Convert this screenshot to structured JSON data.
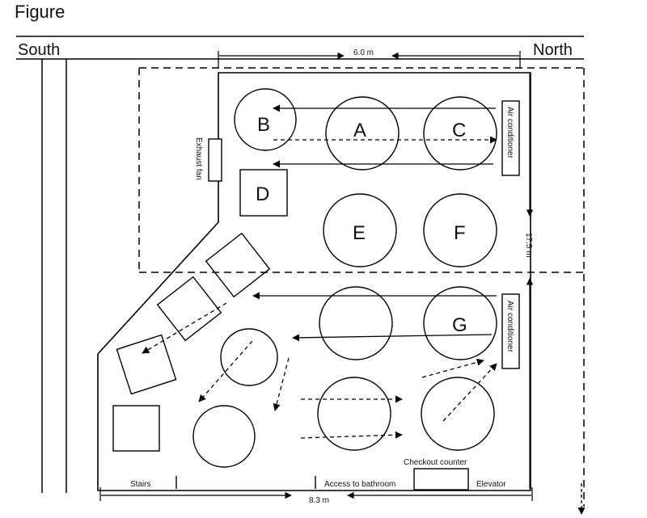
{
  "figure_label": "Figure",
  "directions": {
    "south": "South",
    "north": "North"
  },
  "dimensions": {
    "width_top": "6.0 m",
    "height_right": "17.5 m",
    "width_bottom": "8.3 m"
  },
  "equipment": {
    "exhaust_fan": "Exhaust fan",
    "air_conditioner_upper": "Air conditioner",
    "air_conditioner_lower": "Air conditioner"
  },
  "fixtures": {
    "stairs": "Stairs",
    "bathroom_access": "Access to bathroom",
    "checkout_counter": "Checkout counter",
    "elevator": "Elevator"
  },
  "tables": {
    "A": "A",
    "B": "B",
    "C": "C",
    "D": "D",
    "E": "E",
    "F": "F",
    "G": "G"
  }
}
